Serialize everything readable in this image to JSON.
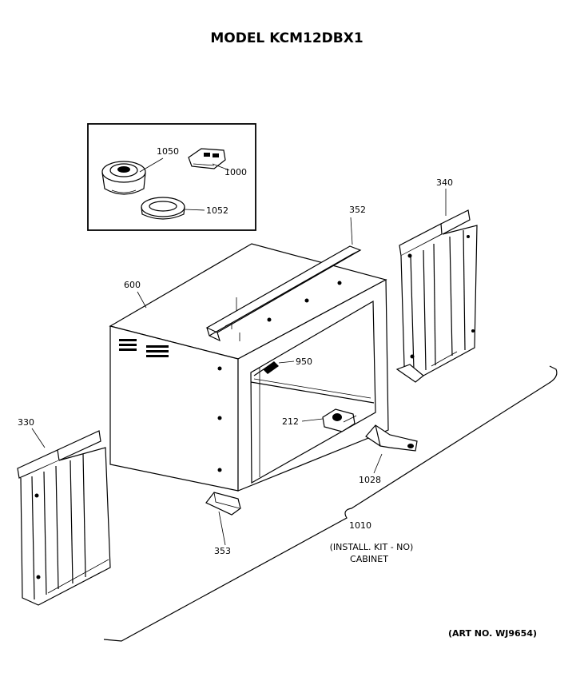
{
  "title": "MODEL KCM12DBX1",
  "art_number": "(ART NO. WJ9654)",
  "kit_label": {
    "number": "1010",
    "line1": "(INSTALL. KIT - NO)",
    "line2": "CABINET"
  },
  "parts": [
    {
      "id": "1050"
    },
    {
      "id": "1000"
    },
    {
      "id": "1052"
    },
    {
      "id": "352"
    },
    {
      "id": "340"
    },
    {
      "id": "600"
    },
    {
      "id": "950"
    },
    {
      "id": "212"
    },
    {
      "id": "330"
    },
    {
      "id": "1028"
    },
    {
      "id": "353"
    }
  ]
}
